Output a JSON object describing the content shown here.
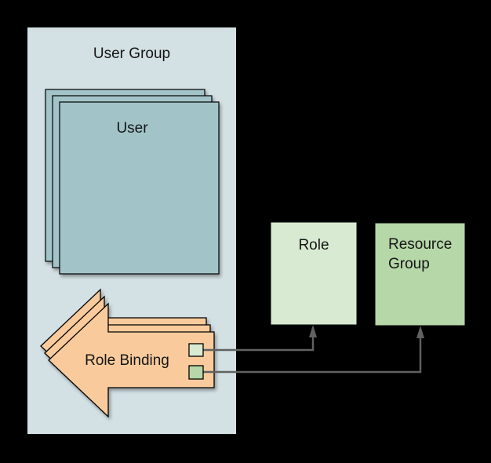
{
  "diagram": {
    "background_color": "#000000",
    "connector_color": "#616161",
    "user_group": {
      "label": "User Group",
      "fill": "#d3e0e4"
    },
    "user_stack": {
      "label": "User",
      "fill": "#a2c4c9",
      "copies": 3
    },
    "role_binding": {
      "label": "Role Binding",
      "fill": "#f9cb9c",
      "copies": 3,
      "ports": [
        {
          "name": "role-port",
          "fill": "#d9ead3"
        },
        {
          "name": "resource-group-port",
          "fill": "#b6d7a8"
        }
      ]
    },
    "role": {
      "label": "Role",
      "fill": "#d9ead3"
    },
    "resource_group": {
      "label": "Resource Group",
      "fill": "#b6d7a8"
    },
    "connectors": [
      {
        "from": "role_binding",
        "to": "role"
      },
      {
        "from": "role_binding",
        "to": "resource_group"
      }
    ]
  }
}
